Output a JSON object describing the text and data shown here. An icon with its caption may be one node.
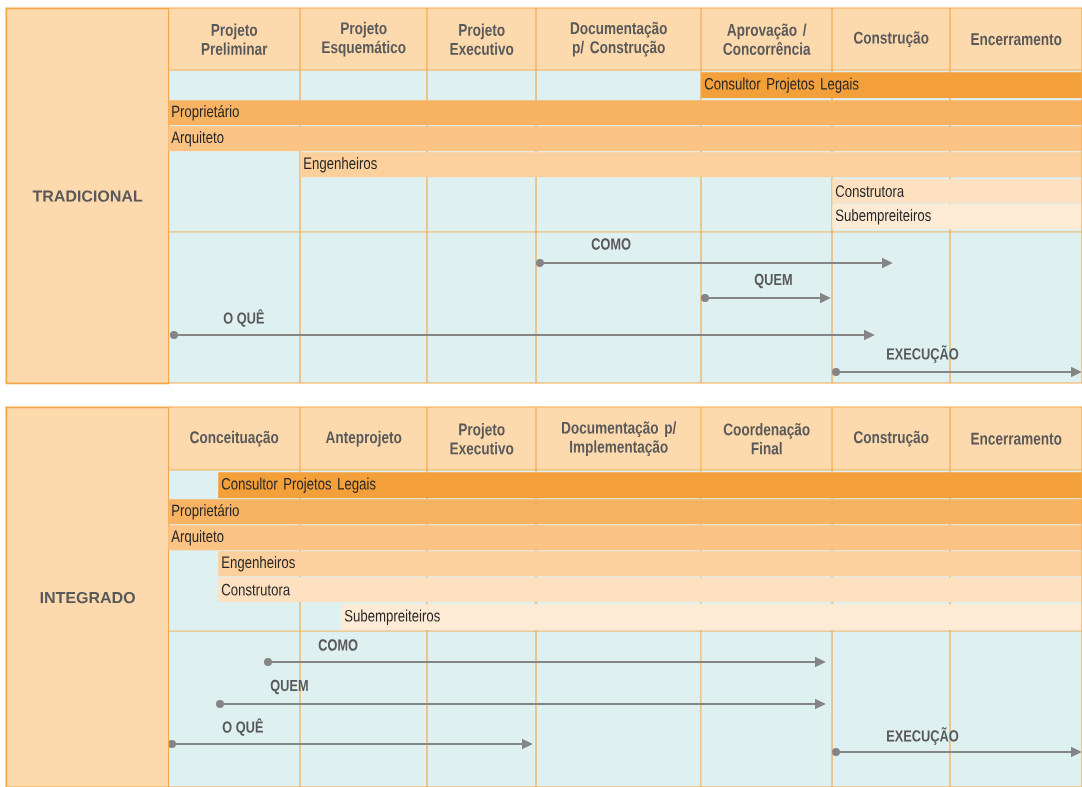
{
  "diagram": {
    "nodes": [
      {
        "text": [
          "TRADICIONAL"
        ]
      },
      {
        "text": [
          "Projeto Preliminar"
        ]
      },
      {
        "text": [
          "Projeto Esquemático"
        ]
      },
      {
        "text": [
          "Projeto Executivo"
        ]
      },
      {
        "text": [
          "Documentação p/ Construção"
        ]
      },
      {
        "text": [
          "Aprovação / Concorrência"
        ]
      },
      {
        "text": [
          "Construção"
        ]
      },
      {
        "text": [
          "Encerramento"
        ]
      },
      {
        "text": [
          "Consultor Projetos Legais"
        ]
      },
      {
        "text": [
          "Proprietário"
        ]
      },
      {
        "text": [
          "Arquiteto"
        ]
      },
      {
        "text": [
          "Engenheiros"
        ]
      },
      {
        "text": [
          "Construtora"
        ]
      },
      {
        "text": [
          "Subempreiteiros"
        ]
      },
      {
        "text": [
          "INTEGRADO"
        ]
      },
      {
        "text": [
          "Conceituação"
        ]
      },
      {
        "text": [
          "Anteprojeto"
        ]
      },
      {
        "text": [
          "Projeto Executivo"
        ]
      },
      {
        "text": [
          "Documentação p/ Implementação"
        ]
      },
      {
        "text": [
          "Coordenação Final"
        ]
      },
      {
        "text": [
          "Construção"
        ]
      },
      {
        "text": [
          "Encerramento"
        ]
      },
      {
        "text": [
          "Consultor Projetos Legais"
        ]
      },
      {
        "text": [
          "Proprietário"
        ]
      },
      {
        "text": [
          "Arquiteto"
        ]
      },
      {
        "text": [
          "Engenheiros"
        ]
      },
      {
        "text": [
          "Construtora"
        ]
      },
      {
        "text": [
          "Subempreiteiros"
        ]
      }
    ],
    "labels": [
      "COMO",
      "QUEM",
      "O QUÊ",
      "EXECUÇÃO",
      "COMO",
      "QUEM",
      "O QUÊ",
      "EXECUÇÃO"
    ]
  }
}
